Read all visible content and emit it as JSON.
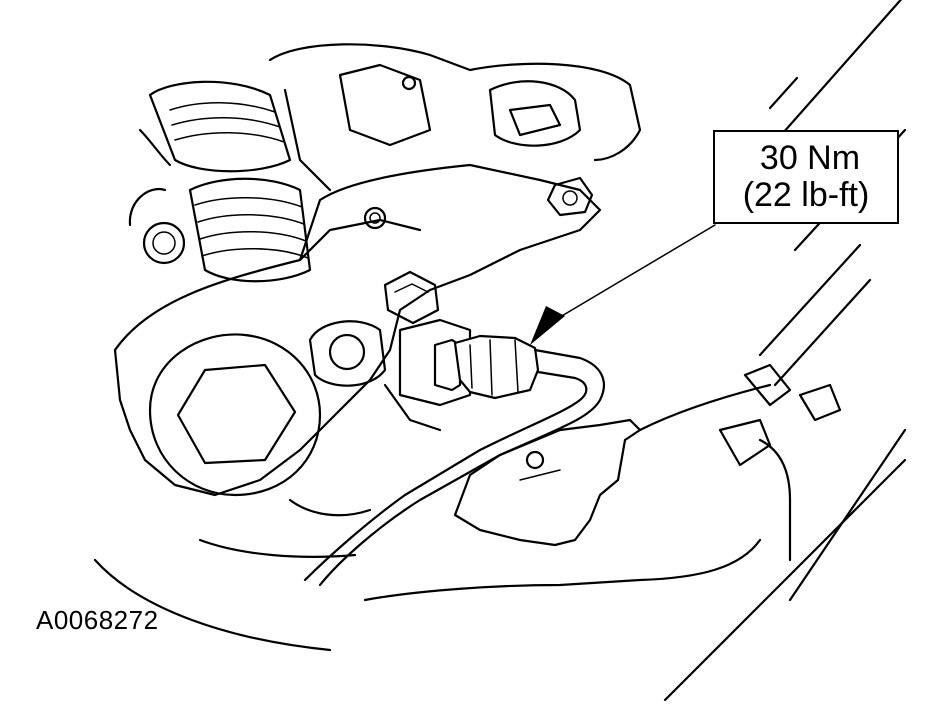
{
  "callout": {
    "torque_nm": "30 Nm",
    "torque_lbft": "(22 lb-ft)"
  },
  "figure_id": "A0068272"
}
